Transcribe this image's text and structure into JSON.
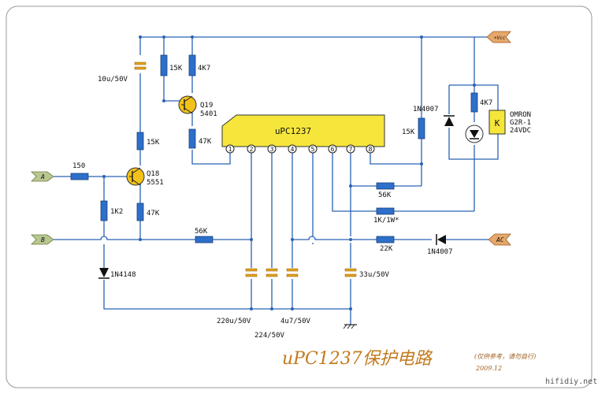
{
  "ic": {
    "name": "uPC1237",
    "pins": [
      "1",
      "2",
      "3",
      "4",
      "5",
      "6",
      "7",
      "8"
    ]
  },
  "terminals": {
    "a": "A",
    "b": "B",
    "vcc": "+Vcc",
    "ac": "AC"
  },
  "transistors": {
    "q19": {
      "ref": "Q19",
      "part": "5401"
    },
    "q18": {
      "ref": "Q18",
      "part": "5551"
    }
  },
  "resistors": {
    "r_15k_top": "15K",
    "r_4k7_top": "4K7",
    "r_15k_mid": "15K",
    "r_47k_ic": "47K",
    "r_150": "150",
    "r_1k2": "1K2",
    "r_47k_q18": "47K",
    "r_56k_b": "56K",
    "r_15k_right": "15K",
    "r_56k_right": "56K",
    "r_1k_1w": "1K/1W*",
    "r_22k": "22K",
    "r_4k7_relay": "4K7"
  },
  "capacitors": {
    "c_10u": "10u/50V",
    "c_220u": "220u/50V",
    "c_224": "224/50V",
    "c_4u7": "4u7/50V",
    "c_33u": "33u/50V"
  },
  "diodes": {
    "d_1n4148": "1N4148",
    "d_1n4007_top": "1N4007",
    "d_1n4007_ac": "1N4007"
  },
  "relay": {
    "letter": "K",
    "line1": "OMRON",
    "line2": "G2R-1",
    "line3": "24VDC"
  },
  "title": "uPC1237保护电路",
  "note": "(仅供参考，请勿自行)",
  "date": "2009.12",
  "watermark": "hifidiy.net"
}
